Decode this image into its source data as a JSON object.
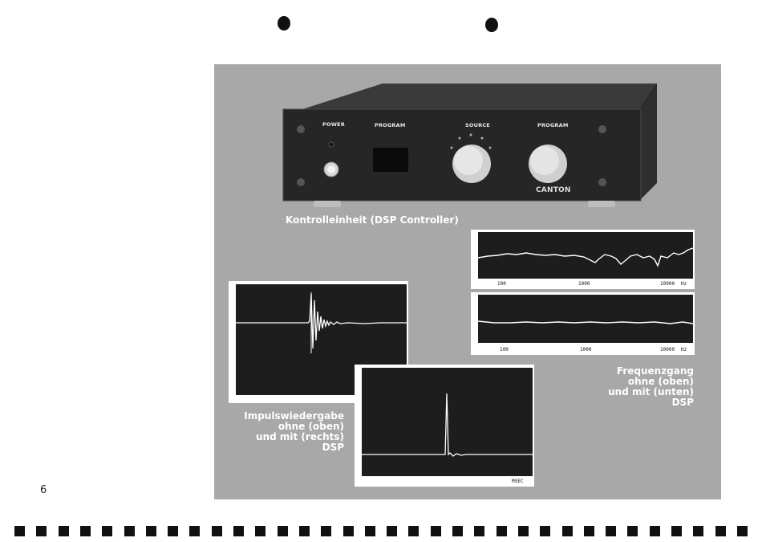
{
  "page_number": "6",
  "device": {
    "labels": {
      "power": "POWER",
      "program_left": "PROGRAM",
      "source": "SOURCE",
      "program_right": "PROGRAM"
    },
    "brand": "CANTON",
    "caption": "Kontrolleinheit (DSP Controller)"
  },
  "frequency_response": {
    "caption_lines": [
      "Frequenzgang",
      "ohne (oben)",
      "und mit (unten)",
      "DSP"
    ],
    "tick_labels": [
      "100",
      "1000",
      "10000",
      "Hz"
    ]
  },
  "impulse_response": {
    "caption_lines": [
      "Impulswiedergabe",
      "ohne (oben)",
      "und mit (rechts)",
      "DSP"
    ],
    "right_scope_label": "MSEC"
  },
  "colors": {
    "panel": "#a8a8a8",
    "screen": "#1d1d1d",
    "trace": "#ffffff",
    "device": "#2a2a2a"
  }
}
